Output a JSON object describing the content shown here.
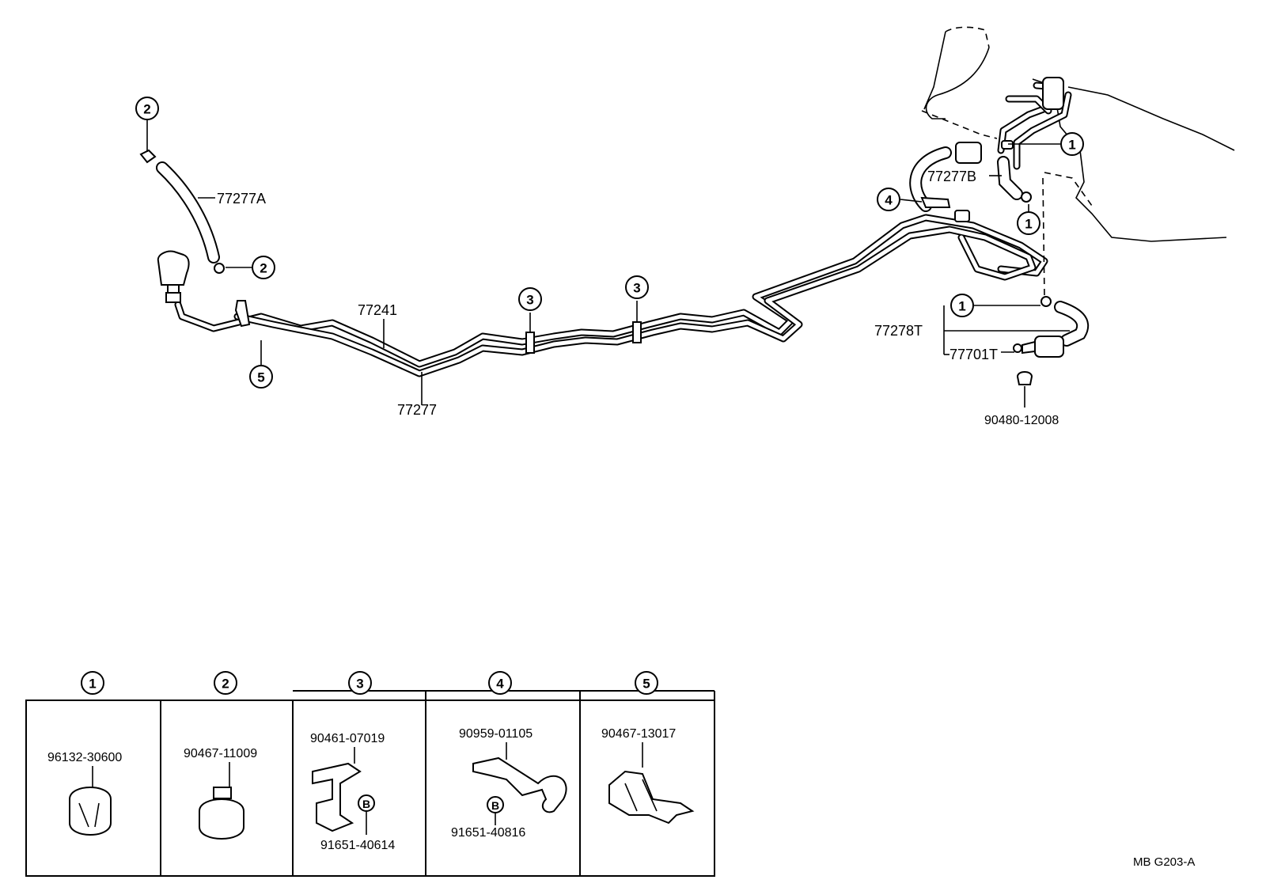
{
  "diagram": {
    "code": "MB  G203-A",
    "callouts": {
      "c1": "1",
      "c2": "2",
      "c3": "3",
      "c4": "4",
      "c5": "5",
      "b": "B"
    },
    "parts": {
      "hose_a": "77277A",
      "tube_upper": "77241",
      "tube_lower": "77277",
      "hose_b": "77277B",
      "hose_t": "77278T",
      "filter_t": "77701T",
      "grommet": "90480-12008"
    },
    "legend": {
      "box1": {
        "part": "96132-30600"
      },
      "box2": {
        "part": "90467-11009"
      },
      "box3": {
        "part_top": "90461-07019",
        "part_bottom": "91651-40614"
      },
      "box4": {
        "part_top": "90959-01105",
        "part_bottom": "91651-40816"
      },
      "box5": {
        "part": "90467-13017"
      }
    }
  }
}
